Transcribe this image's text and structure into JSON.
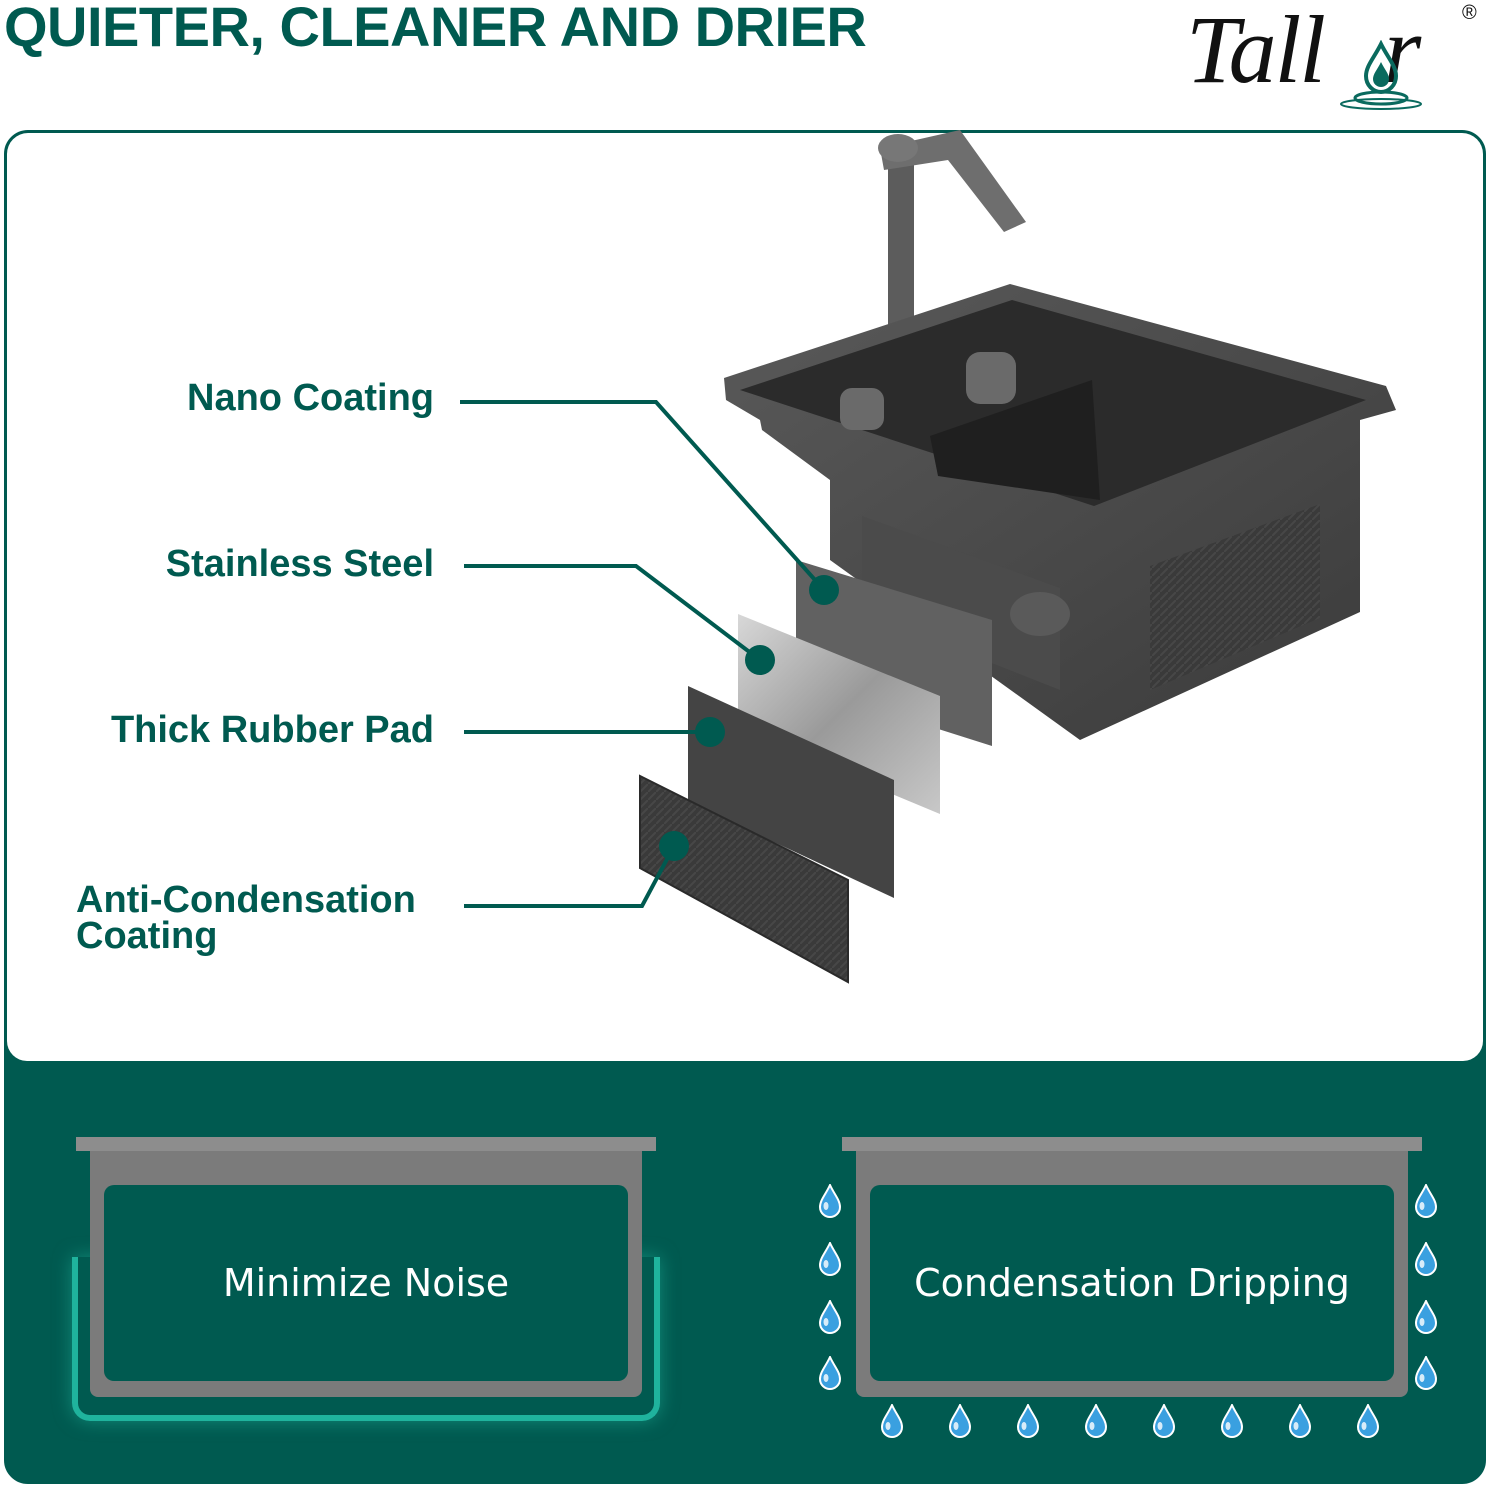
{
  "headline": "QUIETER, CLEANER AND DRIER",
  "brand": {
    "name": "Tall",
    "name_end": "r",
    "registered": "®"
  },
  "labels": {
    "nano": "Nano Coating",
    "steel": "Stainless Steel",
    "rubber": "Thick Rubber Pad",
    "anti_line1": "Anti-Condensation",
    "anti_line2": "Coating"
  },
  "panels": {
    "left": "Minimize Noise",
    "right": "Condensation Dripping"
  },
  "colors": {
    "brand_green": "#005a50",
    "glow": "#1fb39d",
    "water": "#3aa0e0"
  },
  "icons": [
    "water-drop-icon"
  ]
}
